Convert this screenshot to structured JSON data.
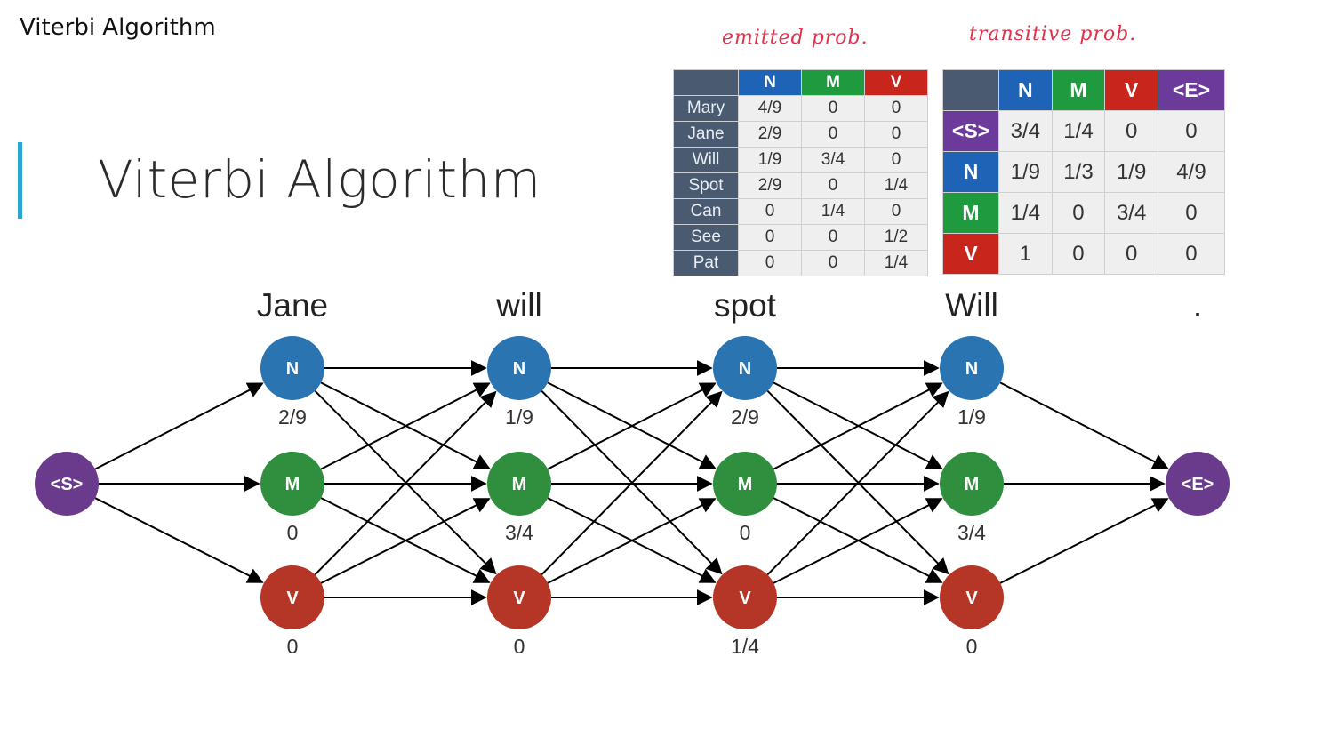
{
  "window_title": "Viterbi Algorithm",
  "slide_title": "Viterbi Algorithm",
  "notes": {
    "emitted": "emitted prob.",
    "transitive": "transitive prob."
  },
  "colors": {
    "N": "#2a74b2",
    "M": "#2f8f3e",
    "V": "#b53626",
    "S": "#6a3b8c",
    "E": "#6a3b8c",
    "accent": "#2aa5d6"
  },
  "emission_table": {
    "headers": [
      "N",
      "M",
      "V"
    ],
    "rows": [
      {
        "word": "Mary",
        "values": [
          "4/9",
          "0",
          "0"
        ]
      },
      {
        "word": "Jane",
        "values": [
          "2/9",
          "0",
          "0"
        ]
      },
      {
        "word": "Will",
        "values": [
          "1/9",
          "3/4",
          "0"
        ]
      },
      {
        "word": "Spot",
        "values": [
          "2/9",
          "0",
          "1/4"
        ]
      },
      {
        "word": "Can",
        "values": [
          "0",
          "1/4",
          "0"
        ]
      },
      {
        "word": "See",
        "values": [
          "0",
          "0",
          "1/2"
        ]
      },
      {
        "word": "Pat",
        "values": [
          "0",
          "0",
          "1/4"
        ]
      }
    ]
  },
  "transition_table": {
    "headers": [
      "N",
      "M",
      "V",
      "<E>"
    ],
    "rows": [
      {
        "from": "<S>",
        "values": [
          "3/4",
          "1/4",
          "0",
          "0"
        ]
      },
      {
        "from": "N",
        "values": [
          "1/9",
          "1/3",
          "1/9",
          "4/9"
        ]
      },
      {
        "from": "M",
        "values": [
          "1/4",
          "0",
          "3/4",
          "0"
        ]
      },
      {
        "from": "V",
        "values": [
          "1",
          "0",
          "0",
          "0"
        ]
      }
    ]
  },
  "trellis": {
    "start_label": "<S>",
    "end_label": "<E>",
    "states": [
      "N",
      "M",
      "V"
    ],
    "words": [
      "Jane",
      "will",
      "spot",
      "Will",
      "."
    ],
    "columns": [
      {
        "probs": [
          "2/9",
          "0",
          "0"
        ]
      },
      {
        "probs": [
          "1/9",
          "3/4",
          "0"
        ]
      },
      {
        "probs": [
          "2/9",
          "0",
          "1/4"
        ]
      },
      {
        "probs": [
          "1/9",
          "3/4",
          "0"
        ]
      }
    ]
  }
}
